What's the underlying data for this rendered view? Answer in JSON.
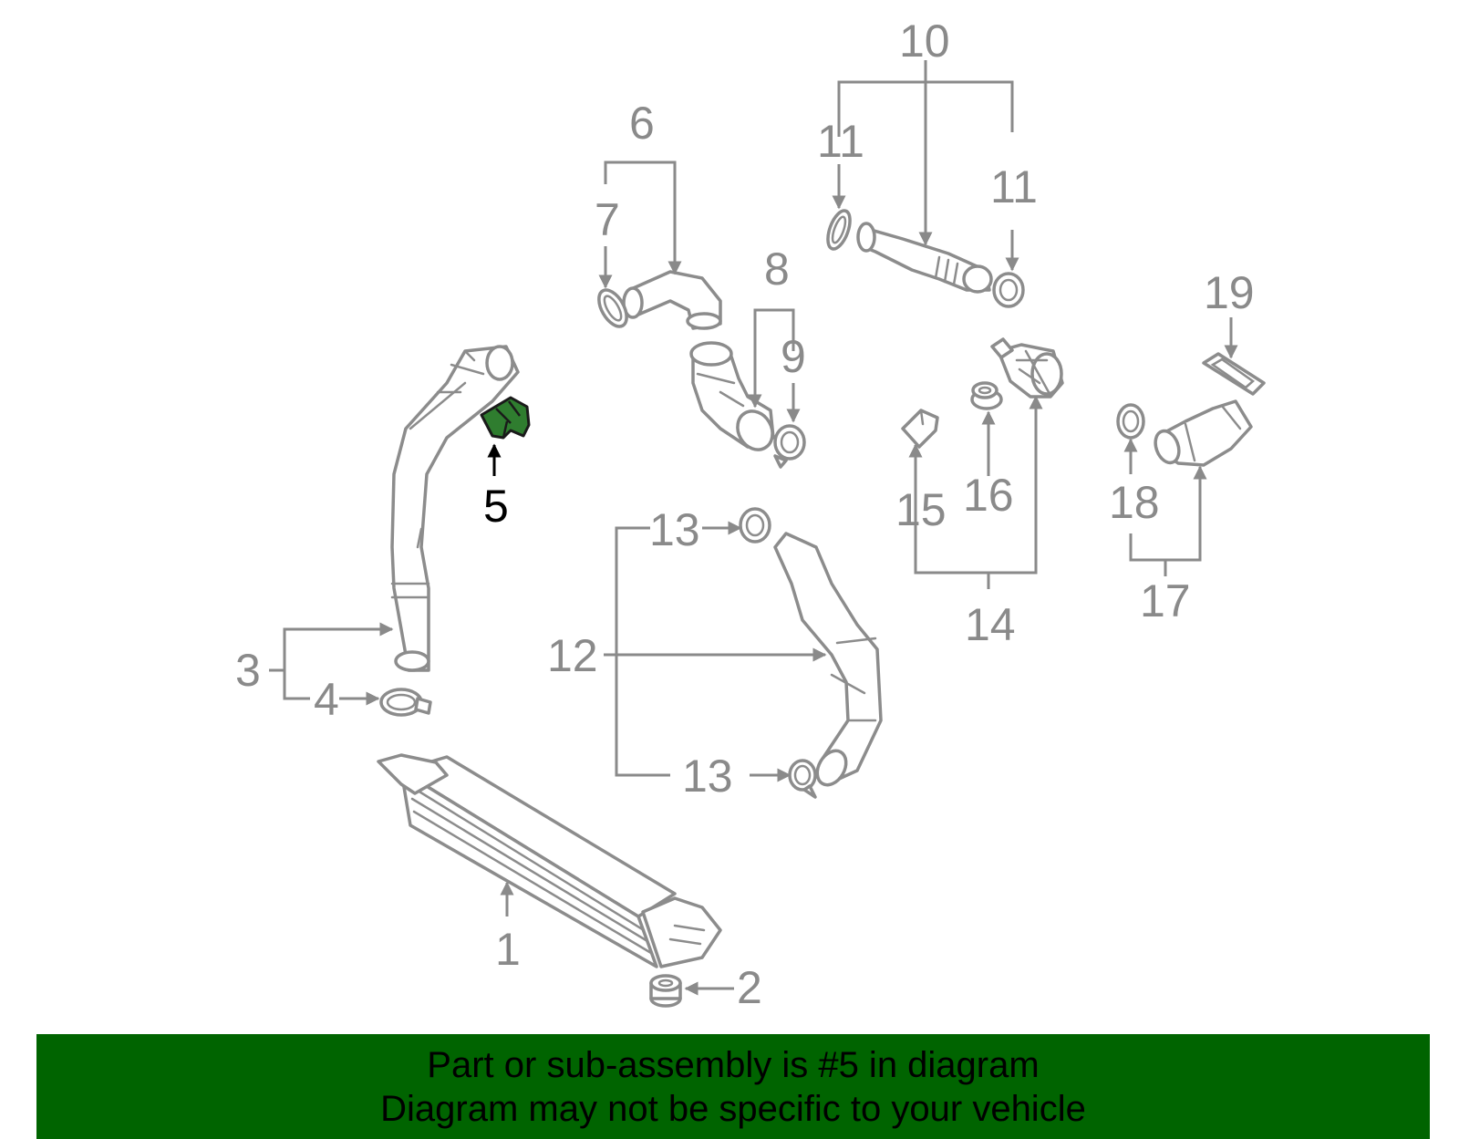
{
  "colors": {
    "banner_bg": "#006400",
    "highlight_part": "#2f7d2f",
    "callout_gray": "#8a8a8a",
    "callout_highlight": "#000000"
  },
  "callouts": {
    "c1": "1",
    "c2": "2",
    "c3": "3",
    "c4": "4",
    "c5": "5",
    "c6": "6",
    "c7": "7",
    "c8": "8",
    "c9": "9",
    "c10": "10",
    "c11a": "11",
    "c11b": "11",
    "c12": "12",
    "c13a": "13",
    "c13b": "13",
    "c14": "14",
    "c15": "15",
    "c16": "16",
    "c17": "17",
    "c18": "18",
    "c19": "19"
  },
  "highlighted_callout": "5",
  "banner": {
    "line1": "Part or sub-assembly is #5 in diagram",
    "line2": "Diagram may not be specific to your vehicle"
  }
}
